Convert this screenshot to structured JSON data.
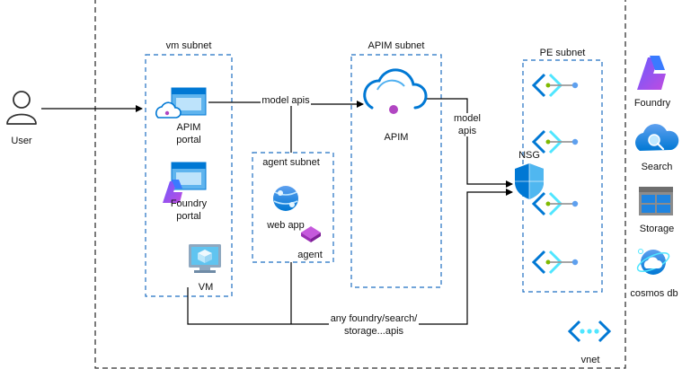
{
  "nodes": {
    "user": "User",
    "apim_portal_1": "APIM",
    "apim_portal_2": "portal",
    "foundry_portal_1": "Foundry",
    "foundry_portal_2": "portal",
    "vm": "VM",
    "web_app": "web app",
    "agent": "agent",
    "apim": "APIM",
    "nsg": "NSG",
    "foundry": "Foundry",
    "search": "Search",
    "storage": "Storage",
    "cosmos": "cosmos db",
    "vnet": "vnet"
  },
  "subnets": {
    "vm": "vm subnet",
    "agent": "agent subnet",
    "apim": "APIM subnet",
    "pe": "PE subnet"
  },
  "edges": {
    "model_apis": "model apis",
    "model_apis_2a": "model",
    "model_apis_2b": "apis",
    "any_1": "any foundry/search/",
    "any_2": "storage...apis"
  },
  "icons": {
    "user": "user-icon",
    "apim_portal": "apim-portal-icon",
    "foundry_portal": "foundry-portal-icon",
    "vm": "virtual-machine-icon",
    "web_app": "web-app-icon",
    "agent": "agent-icon",
    "apim": "apim-icon",
    "nsg": "nsg-shield-icon",
    "private_endpoint": "private-endpoint-icon",
    "foundry": "foundry-icon",
    "search": "search-icon",
    "storage": "storage-icon",
    "cosmos": "cosmos-db-icon",
    "vnet": "vnet-icon"
  },
  "colors": {
    "azure_blue": "#0078d4",
    "light_blue": "#50e6ff",
    "subnet_border": "#1f6fc2",
    "vnet_border": "#333333",
    "line": "#000000",
    "agent_purple": "#b146c2"
  }
}
